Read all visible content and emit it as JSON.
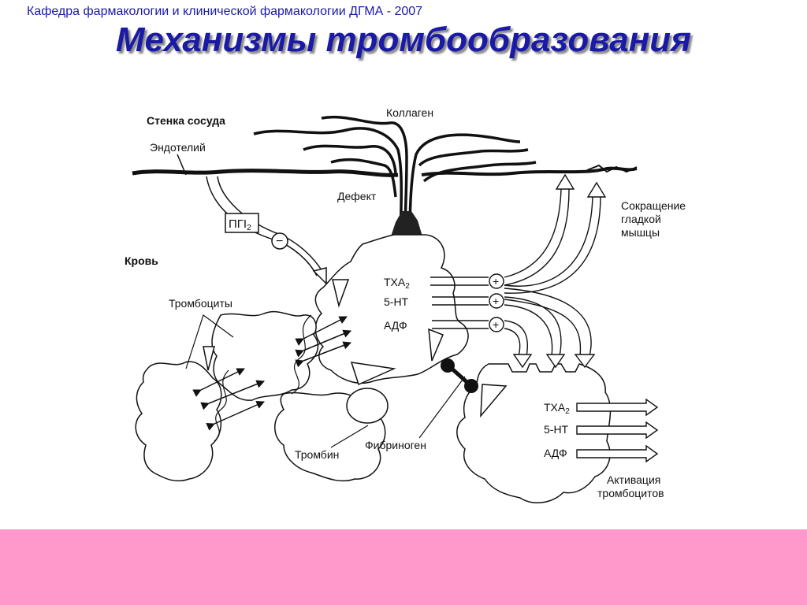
{
  "header": {
    "subtitle": "Кафедра  фармакологии и клинической фармакологии ДГМА - 2007",
    "title": "Механизмы тромбообразования"
  },
  "labels": {
    "vessel_wall": "Стенка сосуда",
    "endothelium": "Эндотелий",
    "collagen": "Коллаген",
    "defect": "Дефект",
    "pgi2": "ПГI",
    "pgi2_sub": "2",
    "blood": "Кровь",
    "platelets": "Тромбоциты",
    "thrombin": "Тромбин",
    "fibrinogen": "Фибриноген",
    "contraction": [
      "Сокращение",
      "гладкой",
      "мышцы"
    ],
    "activation": [
      "Активация",
      "тромбоцитов"
    ],
    "inhibit_sign": "−",
    "plus_sign": "+"
  },
  "mediators_center": [
    {
      "main": "ТХА",
      "sub": "2"
    },
    {
      "main": "5-НТ",
      "sub": ""
    },
    {
      "main": "АДФ",
      "sub": ""
    }
  ],
  "mediators_right": [
    {
      "main": "ТХА",
      "sub": "2"
    },
    {
      "main": "5-НТ",
      "sub": ""
    },
    {
      "main": "АДФ",
      "sub": ""
    }
  ],
  "colors": {
    "title": "#1a1aa6",
    "footer": "#ff99cc",
    "line": "#111111"
  }
}
